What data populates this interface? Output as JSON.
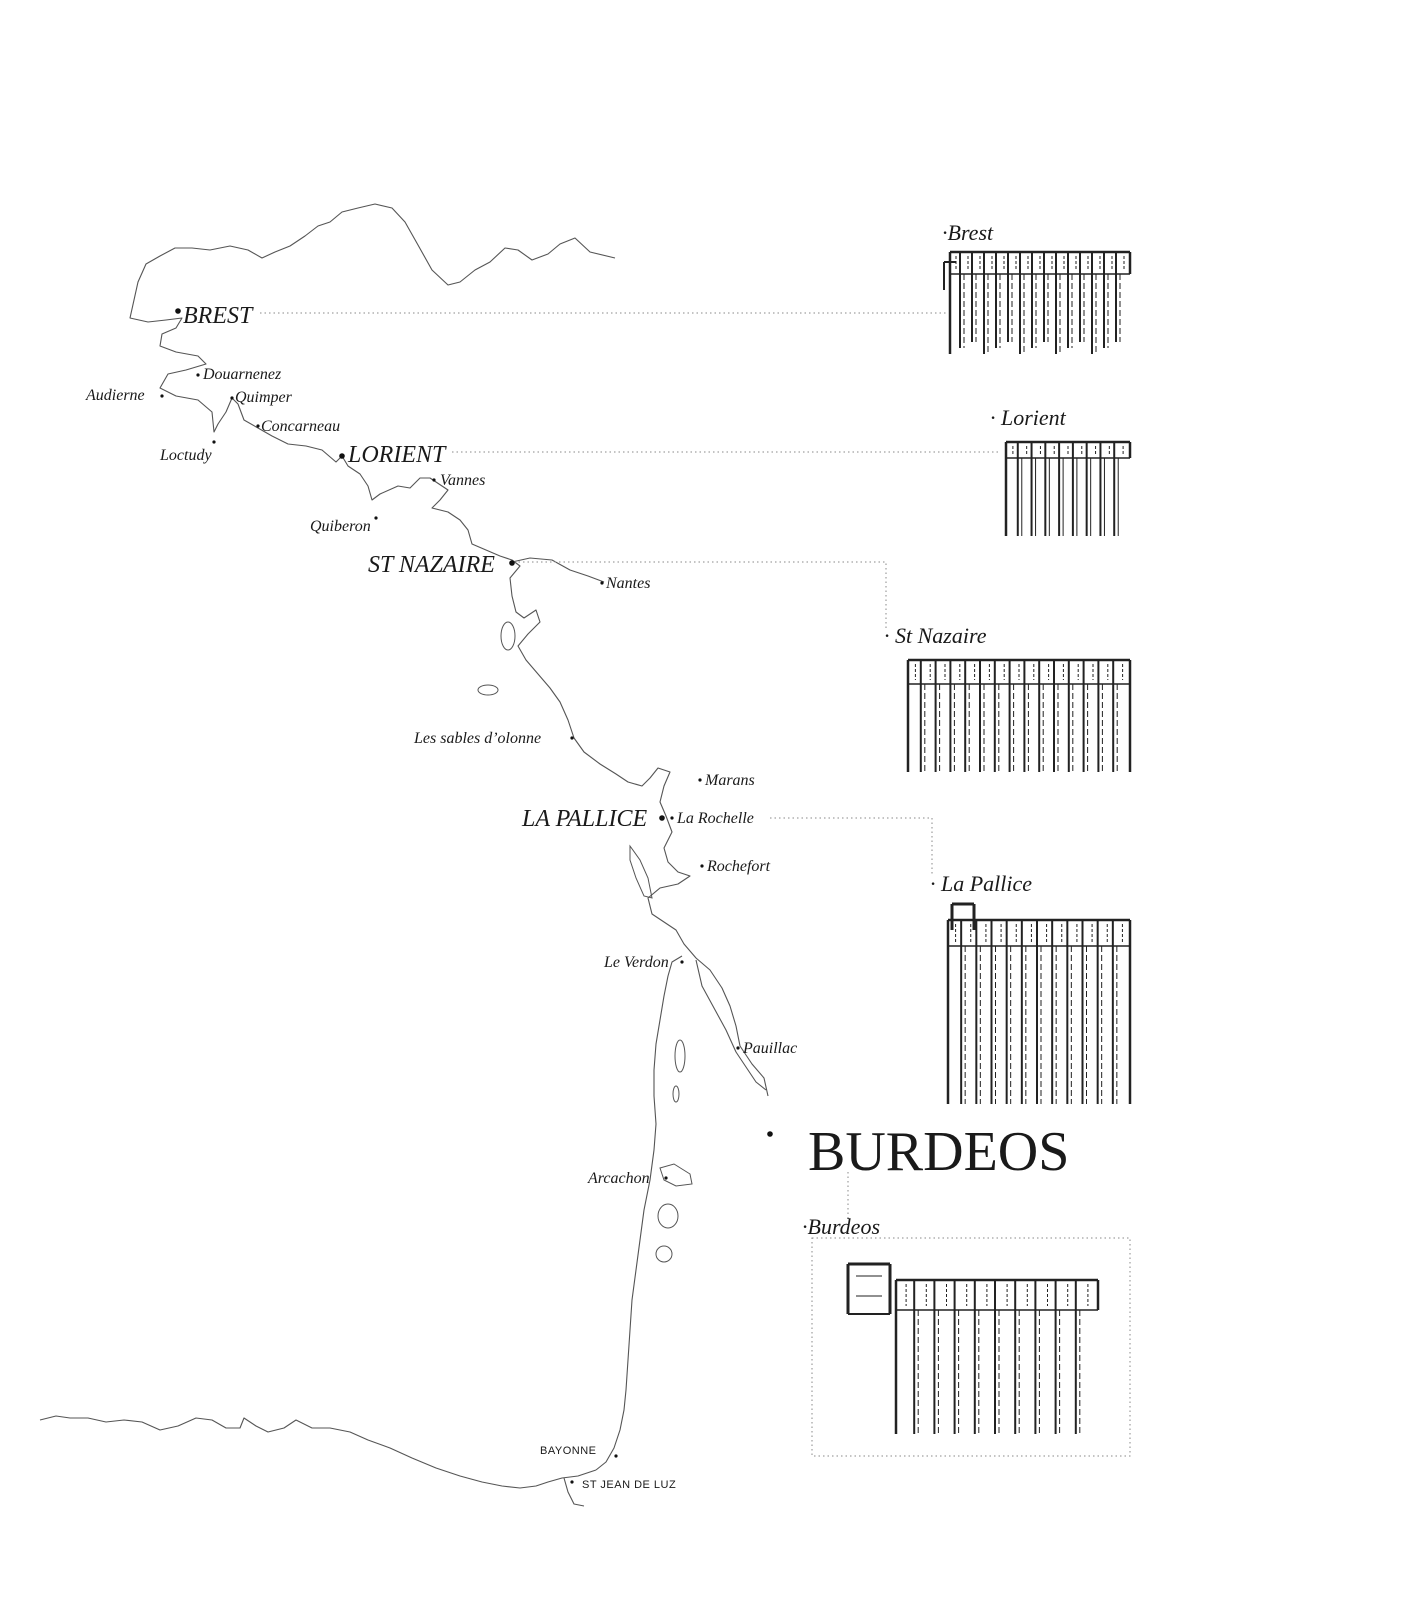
{
  "map": {
    "towns": {
      "brest": "BREST",
      "douarnenez": "Douarnenez",
      "audierne": "Audierne",
      "quimper": "Quimper",
      "concarneau": "Concarneau",
      "loctudy": "Loctudy",
      "lorient": "LORIENT",
      "vannes": "Vannes",
      "quiberon": "Quiberon",
      "st_nazaire": "ST NAZAIRE",
      "nantes": "Nantes",
      "sables": "Les sables d’olonne",
      "marans": "Marans",
      "la_pallice": "LA PALLICE",
      "la_rochelle": "La Rochelle",
      "rochefort": "Rochefort",
      "le_verdon": "Le Verdon",
      "pauillac": "Pauillac",
      "arcachon": "Arcachon",
      "bayonne": "BAYONNE",
      "st_jean_de_luz": "ST JEAN DE LUZ"
    },
    "headline": "BURDEOS"
  },
  "bases": [
    {
      "id": "brest",
      "label": "Brest"
    },
    {
      "id": "lorient",
      "label": "Lorient"
    },
    {
      "id": "st-nazaire",
      "label": "St Nazaire"
    },
    {
      "id": "la-pallice",
      "label": "La Pallice"
    },
    {
      "id": "burdeos",
      "label": "Burdeos"
    }
  ],
  "colors": {
    "ink": "#1a1a1a",
    "coast": "#555555",
    "leader": "#888888"
  }
}
